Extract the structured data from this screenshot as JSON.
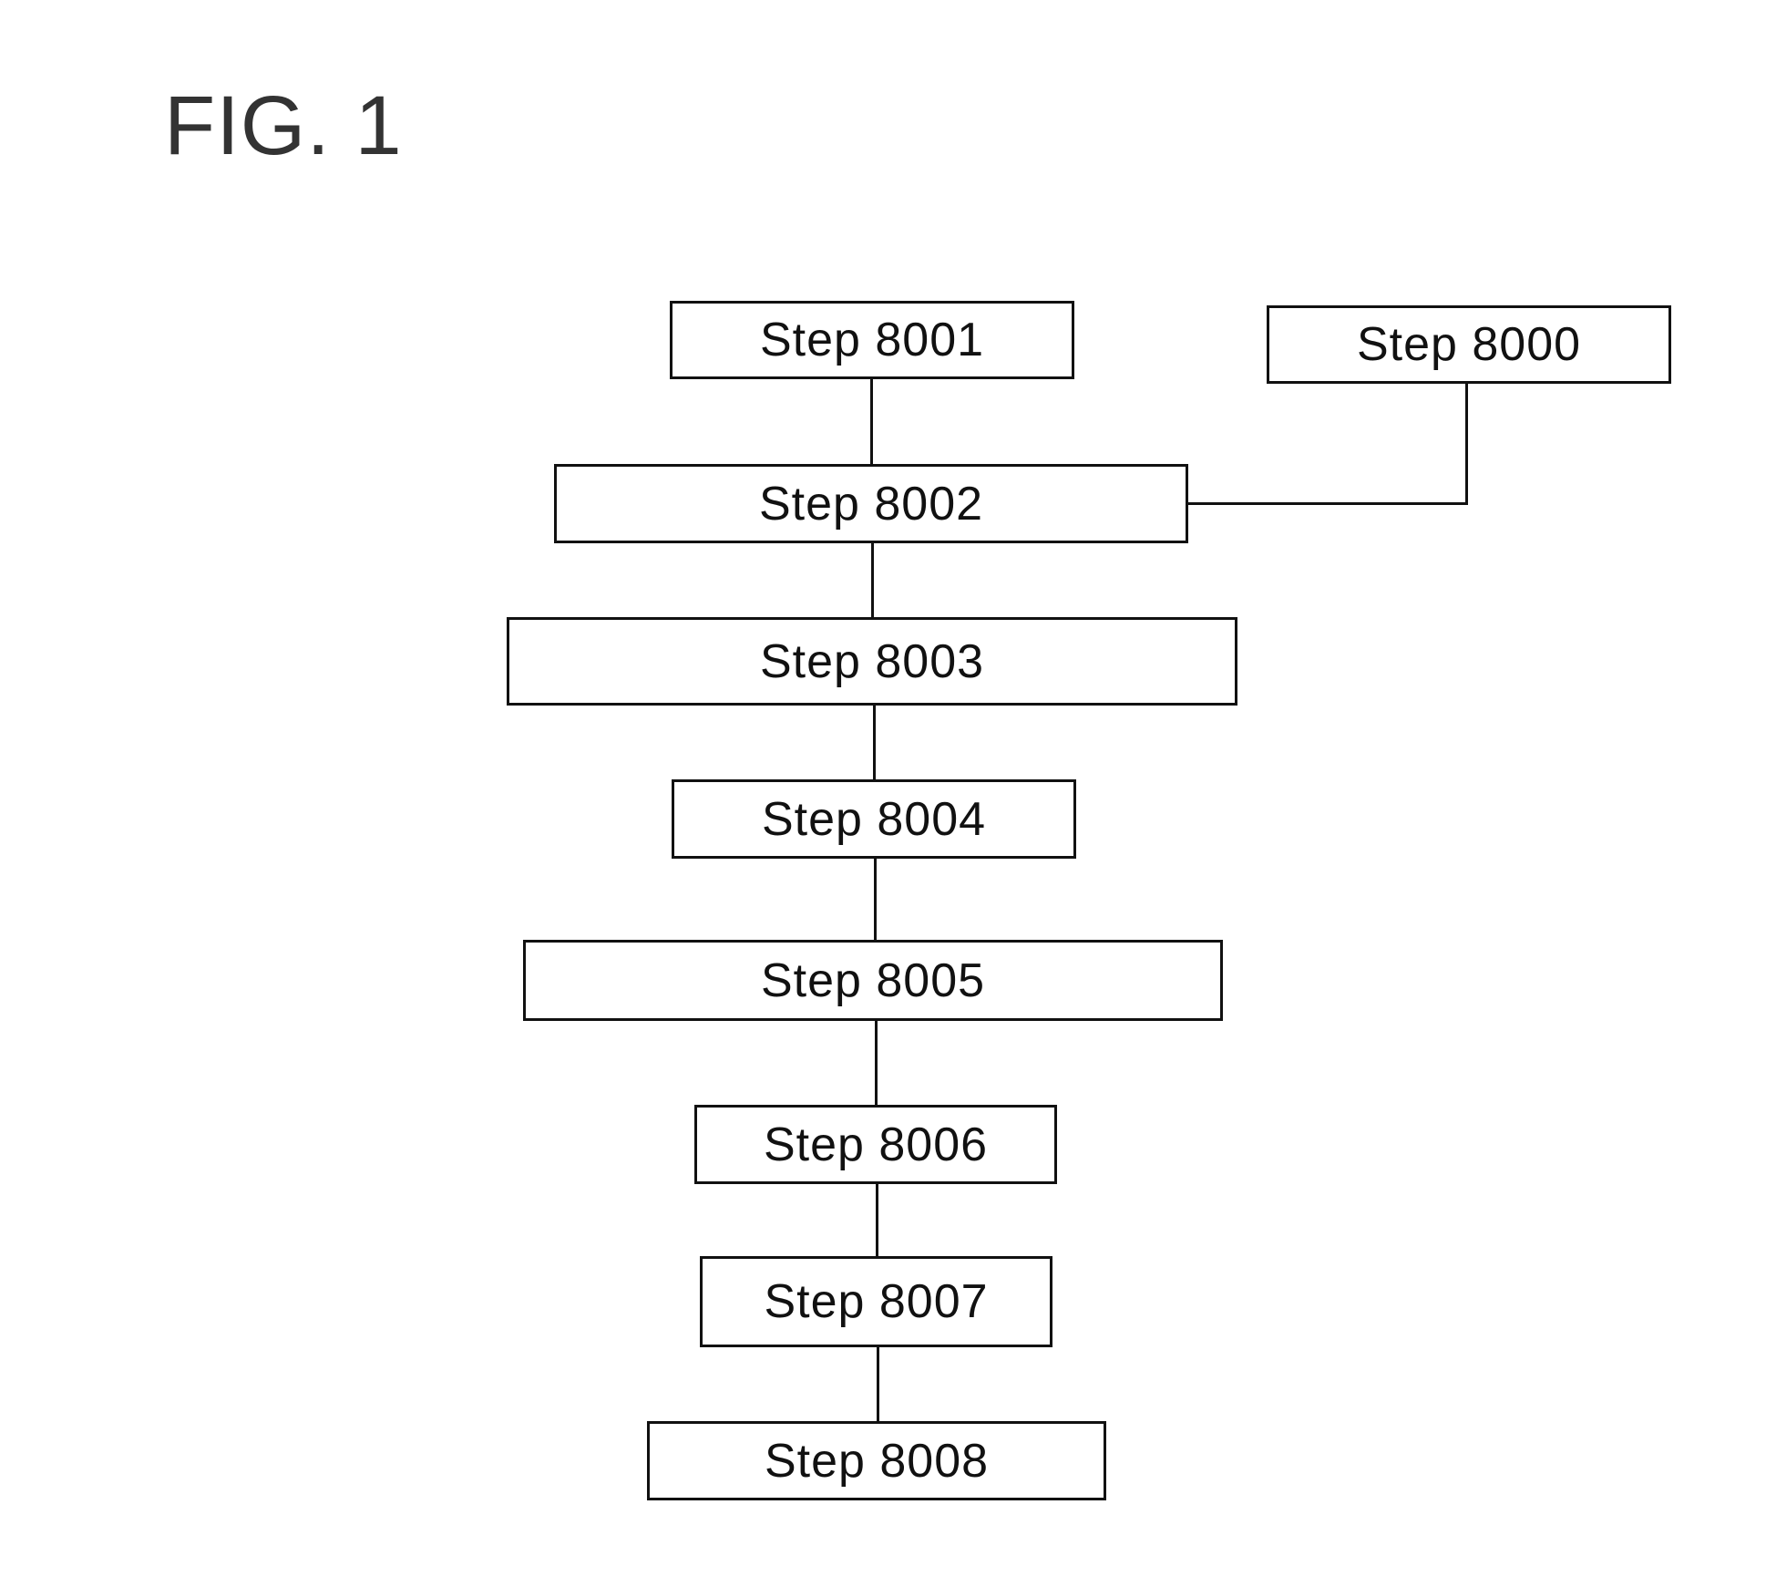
{
  "figure": {
    "title": "FIG. 1"
  },
  "steps": {
    "s8000": "Step 8000",
    "s8001": "Step 8001",
    "s8002": "Step 8002",
    "s8003": "Step 8003",
    "s8004": "Step 8004",
    "s8005": "Step 8005",
    "s8006": "Step 8006",
    "s8007": "Step 8007",
    "s8008": "Step 8008"
  },
  "connections": [
    [
      "Step 8001",
      "Step 8002"
    ],
    [
      "Step 8000",
      "Step 8002"
    ],
    [
      "Step 8002",
      "Step 8003"
    ],
    [
      "Step 8003",
      "Step 8004"
    ],
    [
      "Step 8004",
      "Step 8005"
    ],
    [
      "Step 8005",
      "Step 8006"
    ],
    [
      "Step 8006",
      "Step 8007"
    ],
    [
      "Step 8007",
      "Step 8008"
    ]
  ]
}
